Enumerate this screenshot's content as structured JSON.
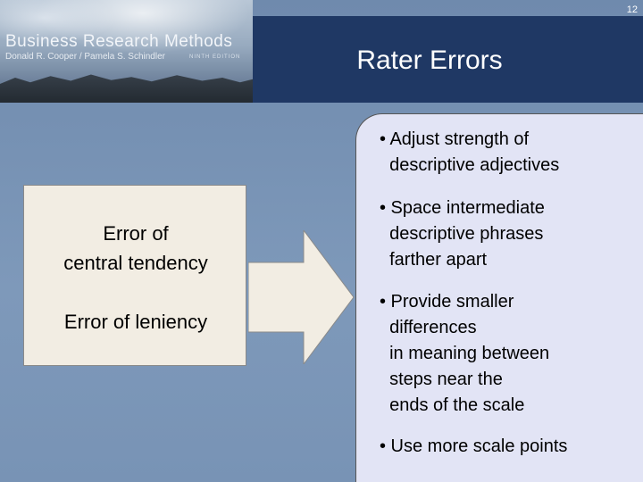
{
  "banner": {
    "title": "Business Research Methods",
    "authors": "Donald R. Cooper / Pamela S. Schindler",
    "edition": "NINTH EDITION"
  },
  "page_number": "12",
  "slide_title": "Rater Errors",
  "errors": [
    "Error of\ncentral tendency",
    "Error of leniency"
  ],
  "remedies": [
    "• Adjust strength of\n  descriptive adjectives",
    "• Space intermediate\n  descriptive phrases\n  farther apart",
    "• Provide smaller\n  differences\n  in meaning between\n  steps near the\n  ends of the scale",
    "• Use more scale points"
  ],
  "colors": {
    "background": "#7a95b6",
    "title_bar": "#1f3864",
    "left_box": "#f2ede3",
    "right_box": "#e2e4f5"
  }
}
